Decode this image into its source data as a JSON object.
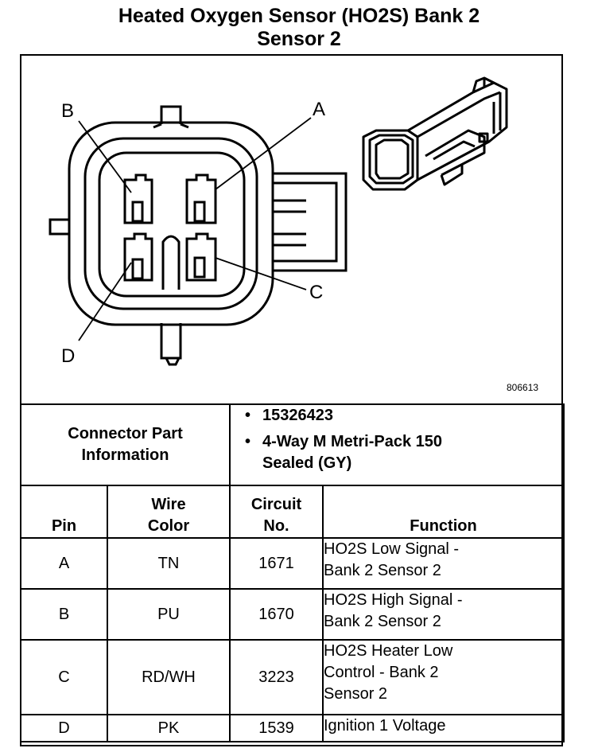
{
  "title": {
    "line1": "Heated Oxygen Sensor (HO2S) Bank 2",
    "line2": "Sensor 2"
  },
  "diagram": {
    "pin_labels": {
      "A": "A",
      "B": "B",
      "C": "C",
      "D": "D"
    },
    "figure_number": "806613"
  },
  "connector_info": {
    "label_line1": "Connector Part",
    "label_line2": "Information",
    "items": [
      {
        "line1": "15326423",
        "line2": ""
      },
      {
        "line1": "4-Way M Metri-Pack 150",
        "line2": "Sealed (GY)"
      }
    ]
  },
  "table": {
    "headers": {
      "pin": "Pin",
      "wire_color_1": "Wire",
      "wire_color_2": "Color",
      "circuit_1": "Circuit",
      "circuit_2": "No.",
      "function": "Function"
    },
    "rows": [
      {
        "pin": "A",
        "color": "TN",
        "circuit": "1671",
        "function": [
          "HO2S Low Signal -",
          "Bank 2 Sensor 2"
        ]
      },
      {
        "pin": "B",
        "color": "PU",
        "circuit": "1670",
        "function": [
          "HO2S High Signal -",
          "Bank 2 Sensor 2"
        ]
      },
      {
        "pin": "C",
        "color": "RD/WH",
        "circuit": "3223",
        "function": [
          "HO2S Heater Low",
          "Control - Bank 2",
          "Sensor 2"
        ]
      },
      {
        "pin": "D",
        "color": "PK",
        "circuit": "1539",
        "function": [
          "Ignition 1 Voltage"
        ]
      }
    ]
  }
}
